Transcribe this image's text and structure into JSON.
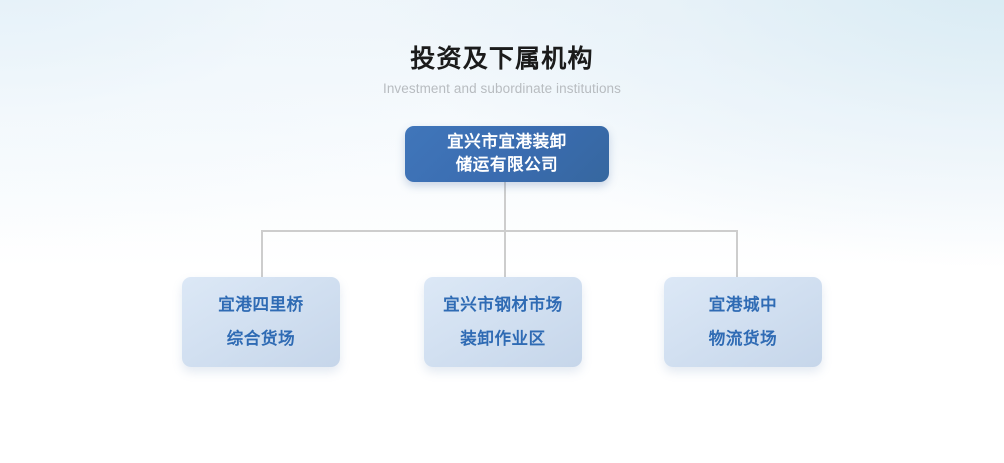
{
  "header": {
    "title_cn": "投资及下属机构",
    "title_en": "Investment and subordinate institutions"
  },
  "colors": {
    "root_node_fill": "#3a6cb0",
    "root_node_text": "#ffffff",
    "child_node_fill": "#d2e0f1",
    "child_node_text": "#2f6bb4",
    "connector_line": "#cdcdcd",
    "title_text": "#1b1b1b",
    "subtitle_text": "#b8bcc0",
    "background_top": "#eef5fa"
  },
  "chart_data": {
    "type": "org-chart",
    "title": "投资及下属机构",
    "subtitle": "Investment and subordinate institutions",
    "root": {
      "id": "root",
      "lines": [
        "宜兴市宜港装卸",
        "储运有限公司"
      ]
    },
    "children": [
      {
        "id": "child-0",
        "lines": [
          "宜港四里桥",
          "综合货场"
        ]
      },
      {
        "id": "child-1",
        "lines": [
          "宜兴市钢材市场",
          "装卸作业区"
        ]
      },
      {
        "id": "child-2",
        "lines": [
          "宜港城中",
          "物流货场"
        ]
      }
    ],
    "layout": {
      "orientation": "top-down",
      "levels": 2,
      "child_count": 3,
      "connector_style": "orthogonal-elbow"
    }
  }
}
